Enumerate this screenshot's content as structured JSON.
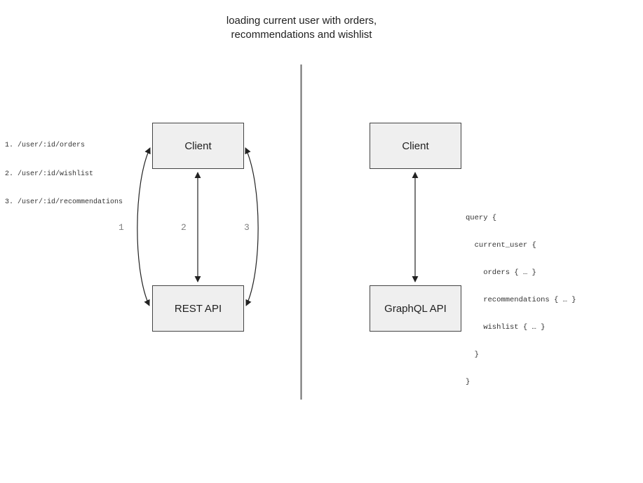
{
  "title": "loading current user with orders,\nrecommendations and wishlist",
  "left_panel": {
    "endpoints": [
      "1. /user/:id/orders",
      "2. /user/:id/wishlist",
      "3. /user/:id/recommendations"
    ],
    "client_label": "Client",
    "api_label": "REST API",
    "arrow_labels": [
      "1",
      "2",
      "3"
    ]
  },
  "right_panel": {
    "client_label": "Client",
    "api_label": "GraphQL API",
    "query_lines": [
      "query {",
      "  current_user {",
      "    orders { … }",
      "    recommendations { … }",
      "    wishlist { … }",
      "  }",
      "}"
    ]
  },
  "colors": {
    "box_fill": "#efefef",
    "box_border": "#444444",
    "arrow": "#222222",
    "divider": "#6e6e6e",
    "arrow_label_gray": "#7f7f7f",
    "text": "#212121",
    "code_text": "#333333"
  }
}
